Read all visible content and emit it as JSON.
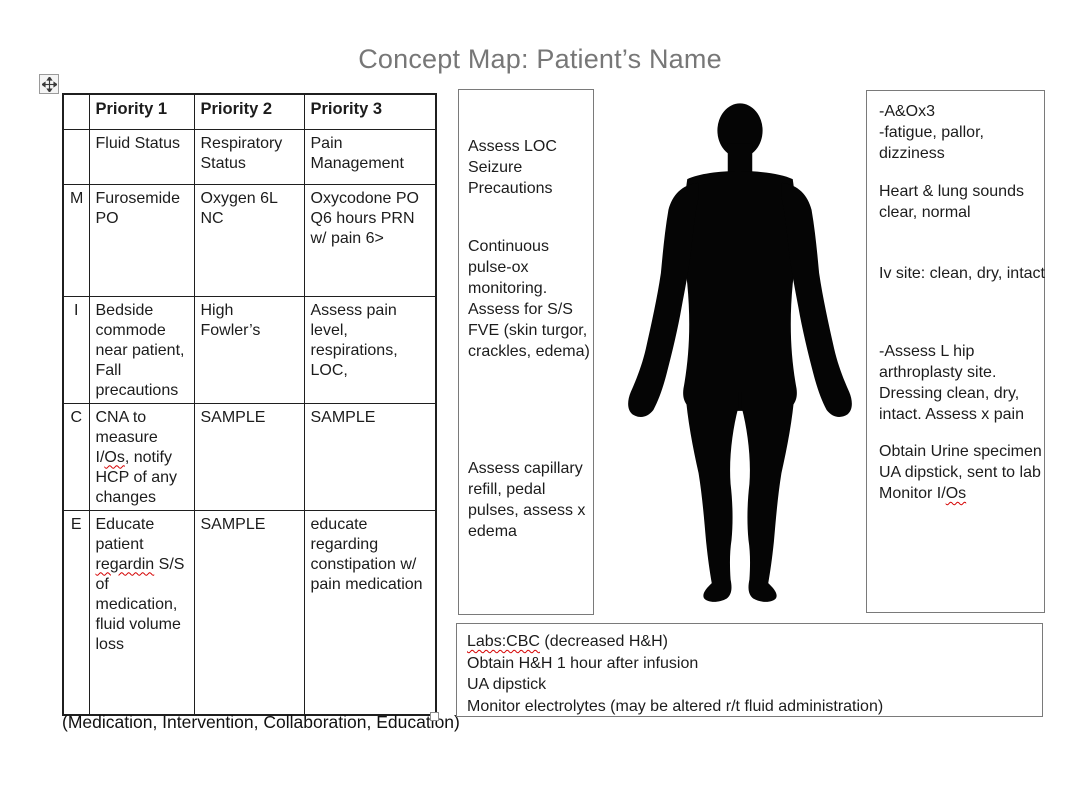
{
  "title": "Concept Map: Patient’s Name",
  "colors": {
    "title_gray": "#777777",
    "squiggle_red": "#d40000",
    "box_border_gray": "#7a7a7a",
    "table_border_black": "#1f1f1f",
    "silhouette_black": "#050505"
  },
  "icons": {
    "table_move": "four-way-move-arrows",
    "table_resize": "small-square-handle"
  },
  "table": {
    "headers": [
      "",
      "Priority 1",
      "Priority 2",
      "Priority 3"
    ],
    "rows": [
      {
        "label": "",
        "p1": "Fluid Status",
        "p2": "Respiratory Status",
        "p3": "Pain Management"
      },
      {
        "label": "M",
        "p1": "Furosemide PO",
        "p2": "Oxygen 6L NC",
        "p3": "Oxycodone PO Q6 hours PRN w/ pain 6>"
      },
      {
        "label": "I",
        "p1": "Bedside commode near patient, Fall precautions",
        "p2": "High Fowler’s",
        "p3": "Assess pain level, respirations, LOC,"
      },
      {
        "label": "C",
        "p1_pre": "CNA to measure I/",
        "p1_misspelled": "Os",
        "p1_post": ", notify HCP of any changes",
        "p2": "SAMPLE",
        "p3": "SAMPLE"
      },
      {
        "label": "E",
        "p1_pre": "Educate patient ",
        "p1_misspelled": "regardin",
        "p1_post": " S/S of medication, fluid volume loss",
        "p2": "SAMPLE",
        "p3": "educate regarding constipation w/ pain medication"
      }
    ],
    "caption": "(Medication, Intervention, Collaboration, Education)"
  },
  "assess_box": {
    "block1": "Assess LOC\nSeizure\nPrecautions",
    "block2": "Continuous\npulse-ox\nmonitoring.\nAssess for S/S\nFVE (skin turgor,\ncrackles, edema)",
    "block3": "Assess capillary\nrefill, pedal\npulses, assess x\nedema"
  },
  "findings_box": {
    "block1": "-A&Ox3\n-fatigue, pallor,\ndizziness",
    "block2": "Heart & lung sounds\nclear, normal",
    "block3": "Iv site: clean, dry, intact",
    "block4": "-Assess L hip\narthroplasty site.\nDressing clean, dry,\nintact. Assess x pain",
    "block5_pre": "Obtain Urine specimen\nUA dipstick, sent to lab\nMonitor I/",
    "block5_misspelled": "Os"
  },
  "labs_box": {
    "line1_misspelled": "Labs:CBC",
    "line1_post": " (decreased H&H)",
    "line2": "Obtain H&H 1 hour after infusion",
    "line3": "UA dipstick",
    "line4": "Monitor electrolytes (may be altered r/t fluid administration)"
  }
}
